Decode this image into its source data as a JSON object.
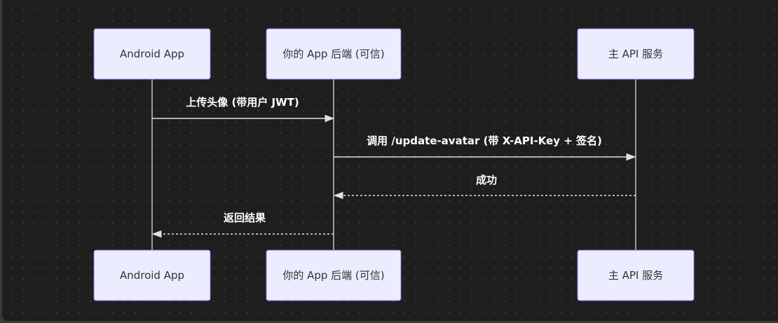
{
  "diagram": {
    "participants": [
      {
        "label": "Android App"
      },
      {
        "label": "你的 App 后端 (可信)"
      },
      {
        "label": "主 API 服务"
      }
    ],
    "messages": [
      {
        "from": 0,
        "to": 1,
        "label": "上传头像 (带用户 JWT)",
        "dashed": false
      },
      {
        "from": 1,
        "to": 2,
        "label": "调用 /update-avatar (带 X-API-Key + 签名)",
        "dashed": false
      },
      {
        "from": 2,
        "to": 1,
        "label": "成功",
        "dashed": true
      },
      {
        "from": 1,
        "to": 0,
        "label": "返回结果",
        "dashed": true
      }
    ]
  },
  "colors": {
    "background": "#1e1e1e",
    "participant_fill": "#ECECFF",
    "participant_stroke": "#9370DB",
    "participant_text": "#333333",
    "line": "#e0e0e0",
    "message_text": "#ffffff"
  }
}
